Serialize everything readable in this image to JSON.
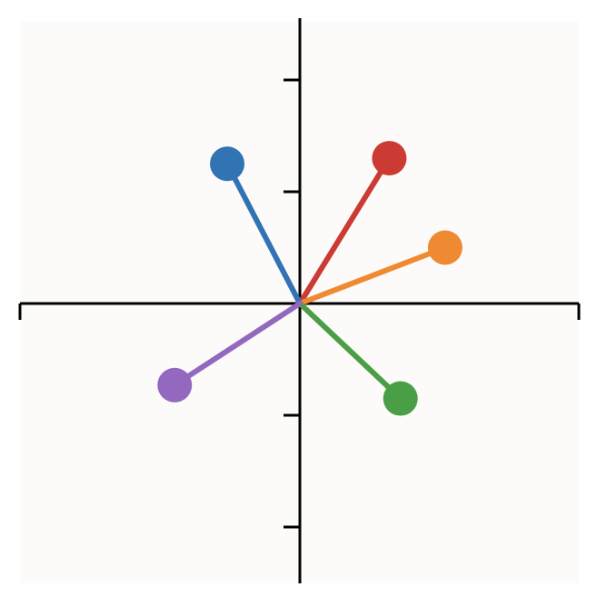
{
  "background_color": "#fcfbf9",
  "axis_color": "#000000",
  "vectors": [
    {
      "name": "red",
      "color": "#cc3b33",
      "x": 0.8,
      "y": 1.3
    },
    {
      "name": "orange",
      "color": "#f08a32",
      "x": 1.3,
      "y": 0.5
    },
    {
      "name": "blue",
      "color": "#3273b4",
      "x": -0.65,
      "y": 1.25
    },
    {
      "name": "green",
      "color": "#4a9e45",
      "x": 0.9,
      "y": -0.85
    },
    {
      "name": "purple",
      "color": "#9369bf",
      "x": -1.12,
      "y": -0.73
    }
  ],
  "axes": {
    "y_ticks": [
      2,
      1,
      -1,
      -2
    ]
  }
}
